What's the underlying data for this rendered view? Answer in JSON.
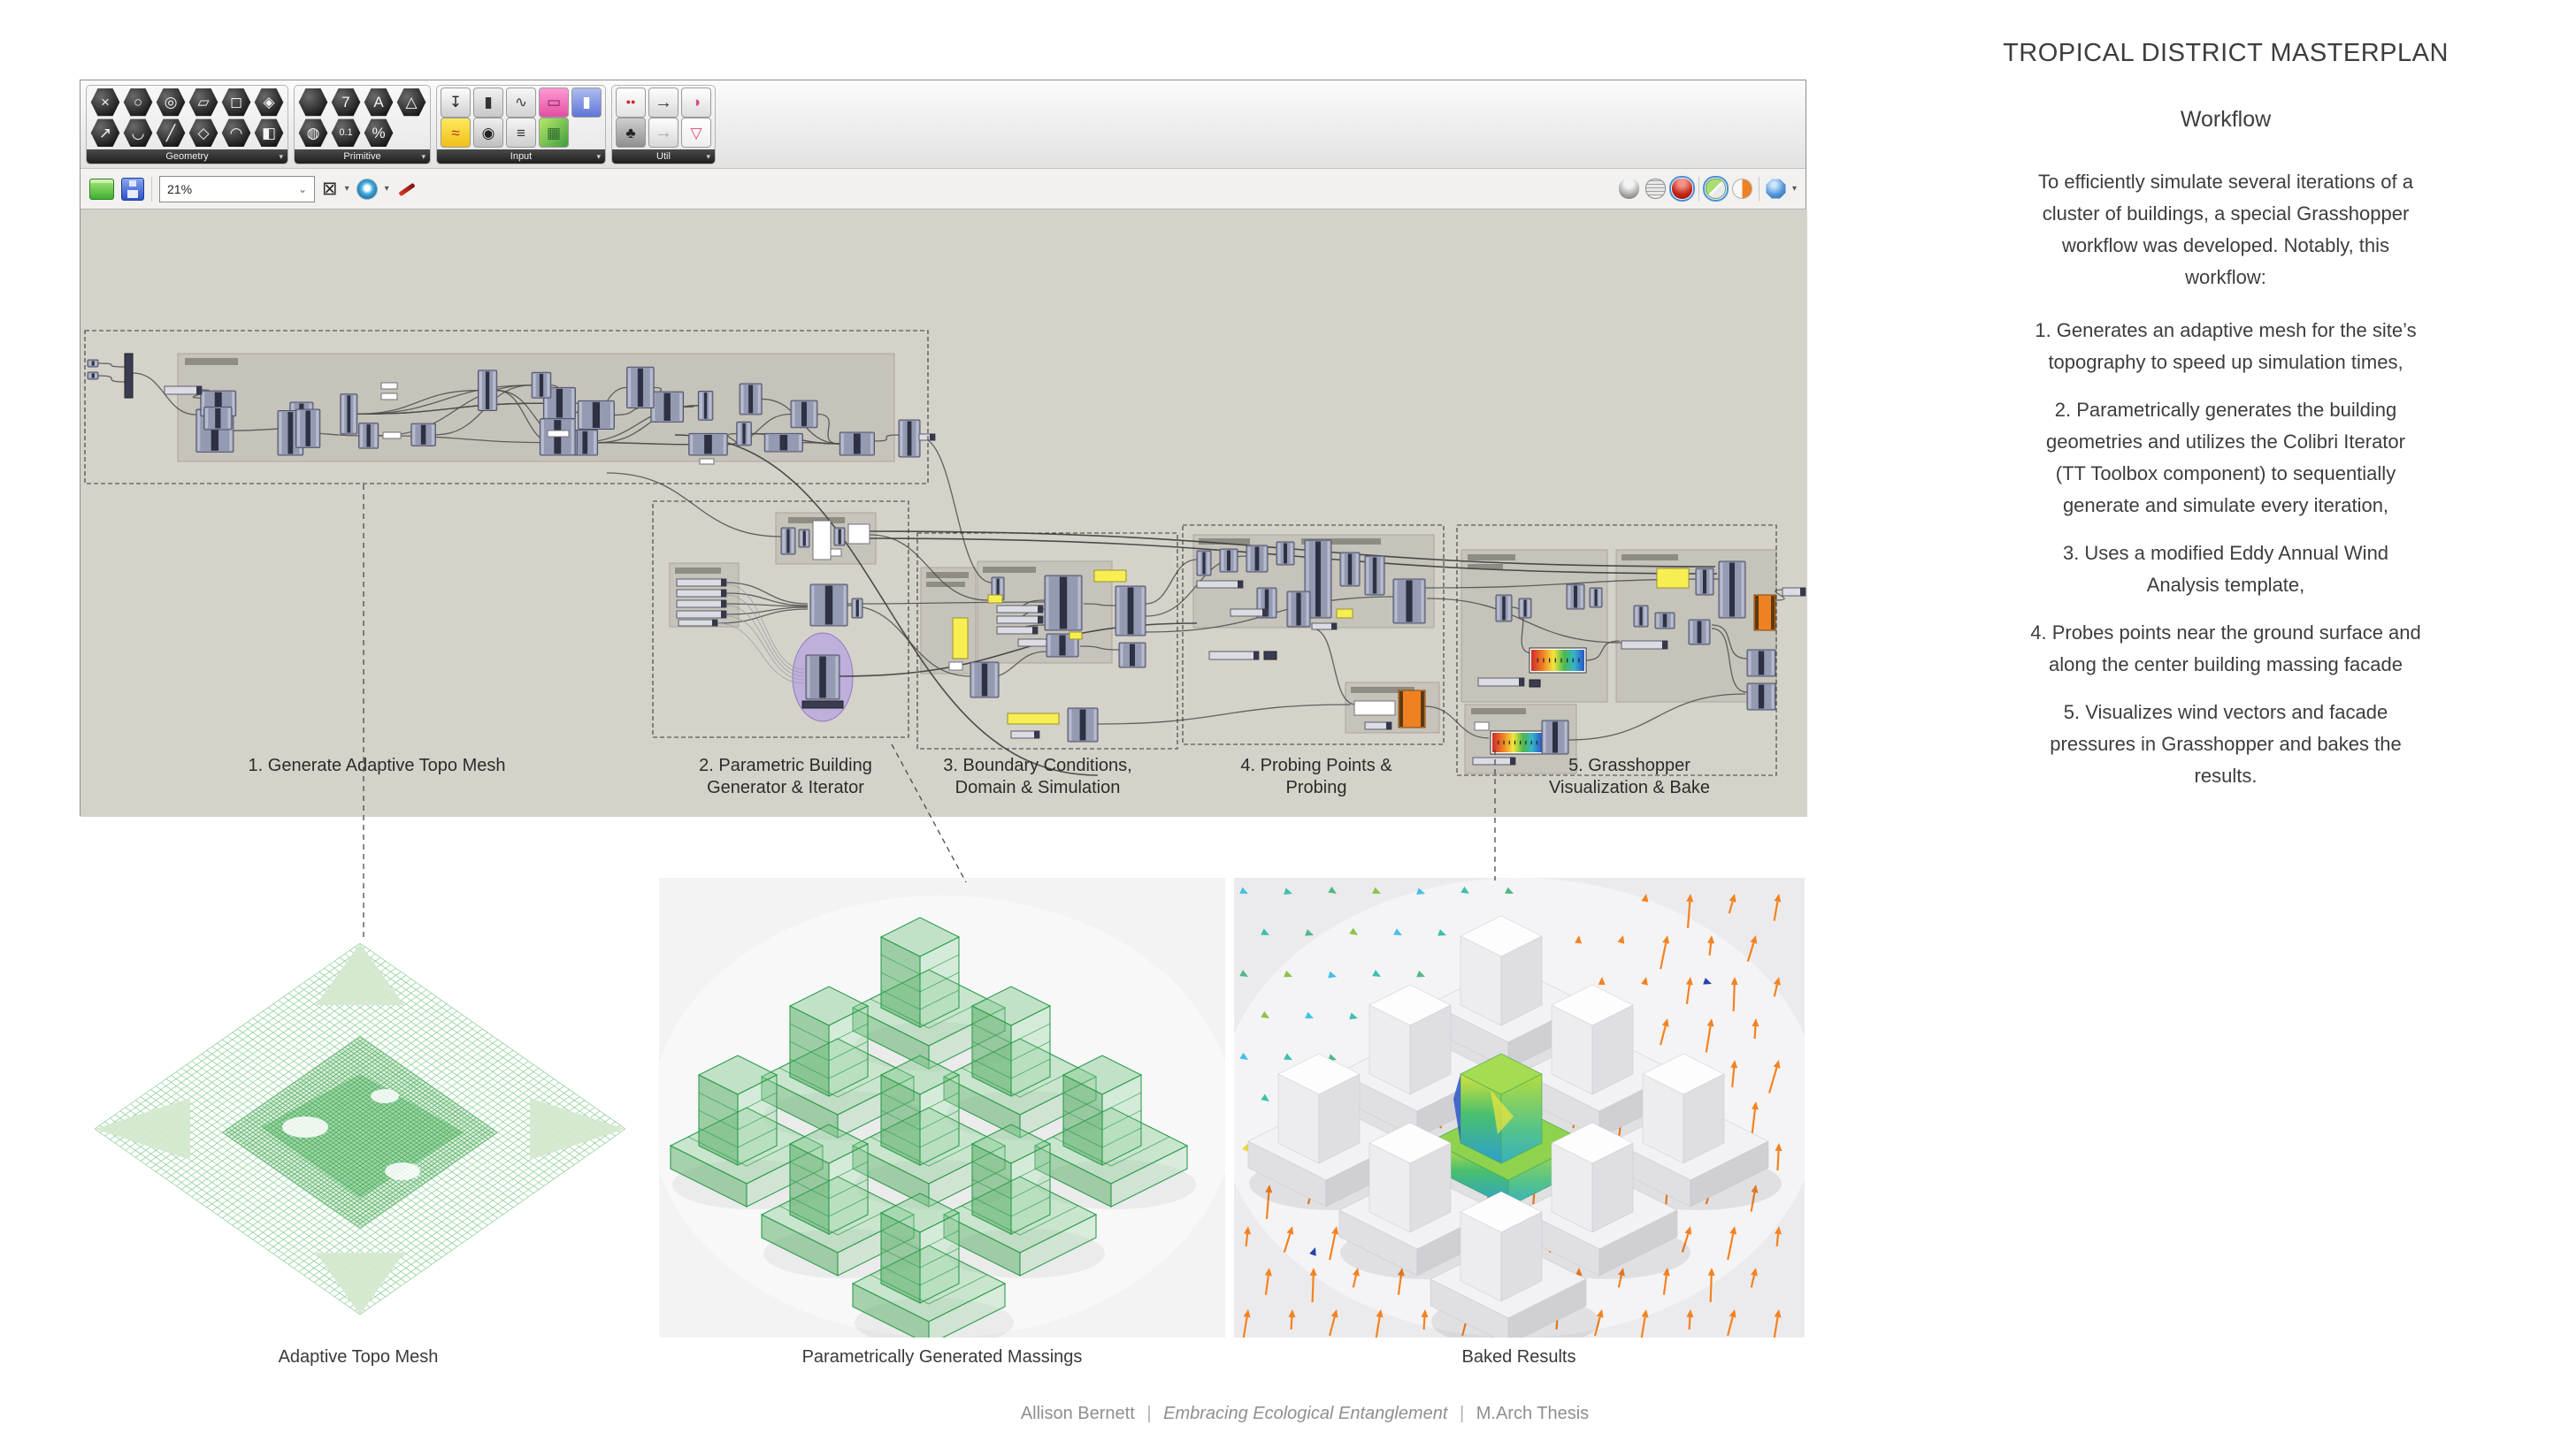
{
  "gh_window": {
    "tab_toolbar": {
      "groups": [
        {
          "label": "Geometry",
          "icon_rows": [
            [
              "x-hex",
              "circle-hex",
              "spiral-hex",
              "frame-hex",
              "box-hex",
              "mesh-sphere-hex"
            ],
            [
              "vector-hex",
              "arc-hex",
              "line-hex",
              "diamond-hex",
              "blob-hex",
              "brep-hex"
            ]
          ]
        },
        {
          "label": "Primitive",
          "icon_rows": [
            [
              "hexagon-hex",
              "number-7-hex",
              "text-a-hex",
              "mesh-hex"
            ],
            [
              "null-hex",
              "decimal-hex",
              "scissors-hex"
            ]
          ]
        },
        {
          "label": "Input",
          "icon_rows": [
            [
              "import-icon",
              "boolean-toggle-icon",
              "graph-mapper-icon",
              "panel-icon",
              "blue-toggle-icon"
            ],
            [
              "scribble-icon",
              "knob-icon",
              "value-list-icon",
              "gradient-icon"
            ]
          ]
        },
        {
          "label": "Util",
          "icon_rows": [
            [
              "cherry-picker-icon",
              "relay-icon",
              "data-dam-icon"
            ],
            [
              "tree-icon",
              "suppress-icon",
              "flask-icon"
            ]
          ]
        }
      ]
    },
    "canvas_toolbar": {
      "zoom_value": "21%"
    },
    "canvas": {
      "group_labels": [
        "1. Generate Adaptive Topo Mesh",
        "2. Parametric Building\nGenerator & Iterator",
        "3. Boundary Conditions,\nDomain & Simulation",
        "4. Probing Points &\nProbing",
        "5. Grasshopper\nVisualization & Bake"
      ]
    }
  },
  "figures": [
    {
      "caption": "Adaptive Topo Mesh"
    },
    {
      "caption": "Parametrically Generated Massings"
    },
    {
      "caption": "Baked Results"
    }
  ],
  "sidebar": {
    "title": "TROPICAL DISTRICT MASTERPLAN",
    "subtitle": "Workflow",
    "intro": "To efficiently simulate several iterations of a\ncluster of buildings, a special Grasshopper\nworkflow was developed. Notably, this\nworkflow:",
    "items": [
      "1.  Generates an adaptive mesh for the site’s\ntopography to speed up simulation times,",
      "2.  Parametrically generates the building\ngeometries and utilizes the Colibri Iterator\n(TT Toolbox component) to sequentially\ngenerate and simulate every iteration,",
      "3.  Uses a modified Eddy Annual Wind\nAnalysis template,",
      "4.  Probes points near the ground surface and\nalong the center building massing facade",
      "5.  Visualizes wind vectors and facade\npressures in Grasshopper and bakes the\nresults."
    ]
  },
  "footer": {
    "author": "Allison Bernett",
    "separator": "|",
    "work_title": "Embracing Ecological Entanglement",
    "degree": "M.Arch Thesis"
  },
  "colors": {
    "canvas_bg": "#d5d2c9",
    "node_slate": "#949ab2",
    "panel_yellow": "#f7ef52",
    "component_orange": "#f08122",
    "highlight_purple": "#b9a6e0",
    "mesh_green": "#4cae5a",
    "arrow_orange": "#f58220",
    "arrow_teal": "#45c0e8",
    "selected_border": "#4a90d9"
  }
}
